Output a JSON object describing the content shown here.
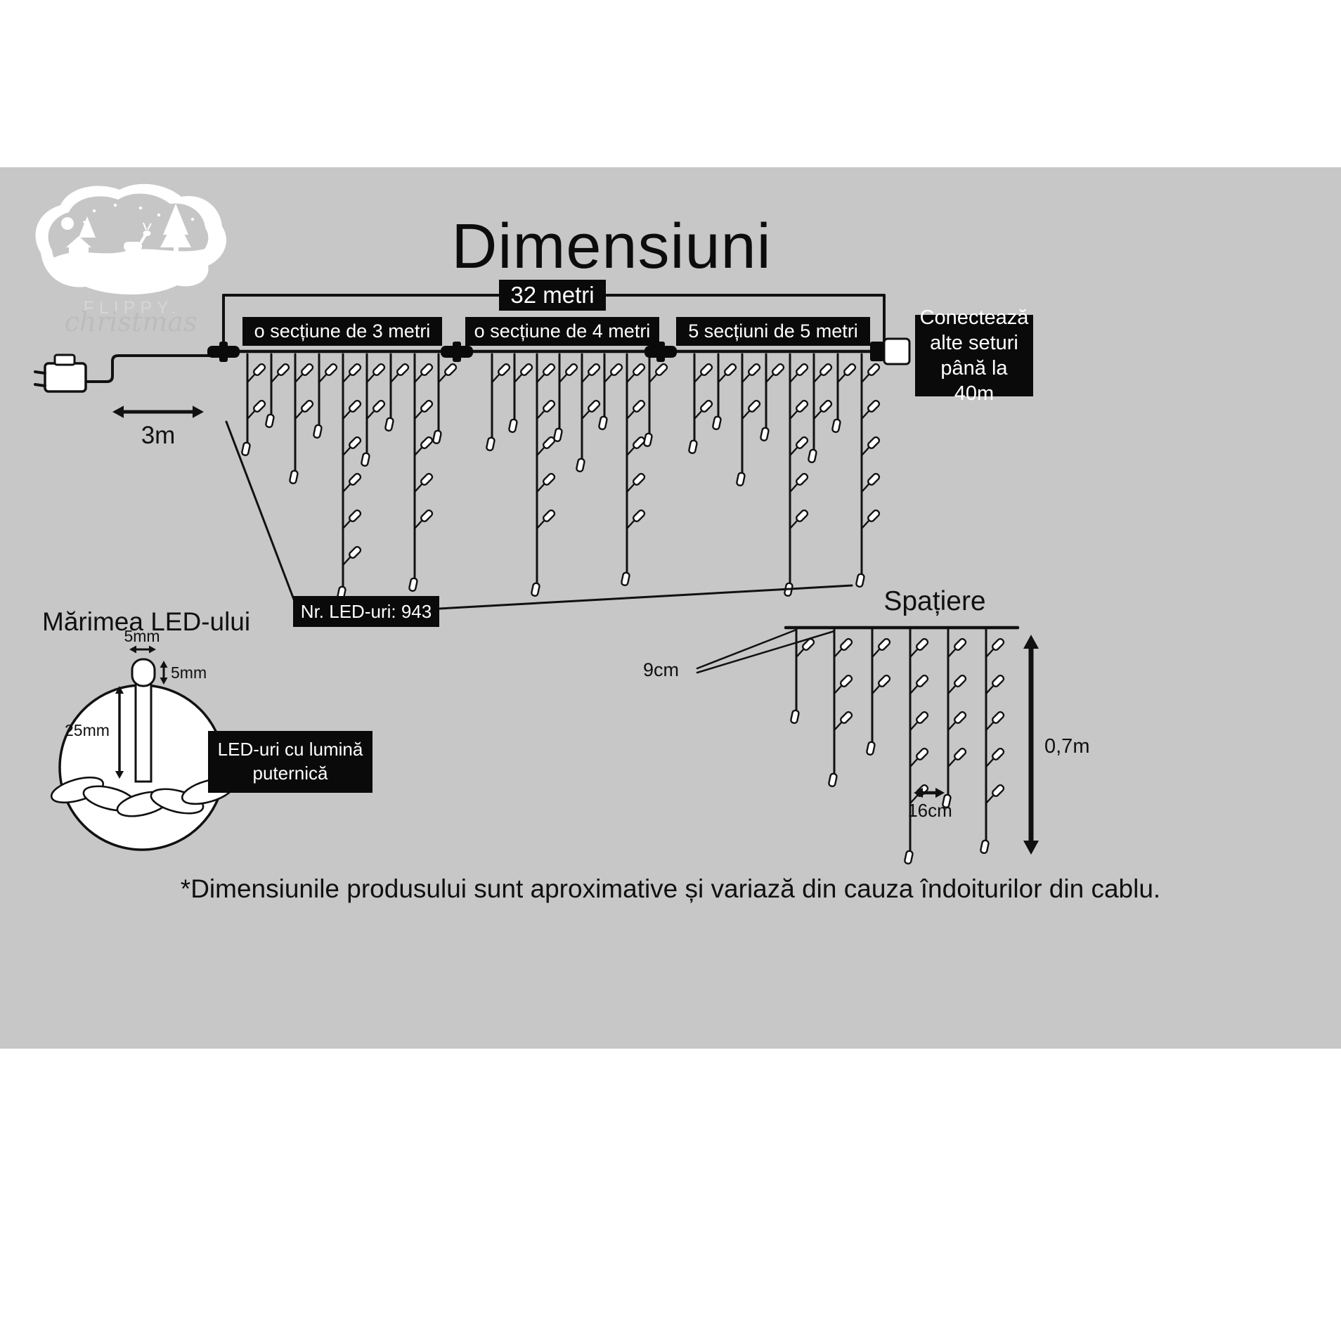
{
  "colors": {
    "band": "#c7c7c7",
    "ink": "#111111",
    "box_bg": "#0a0a0a",
    "white": "#ffffff"
  },
  "title": "Dimensiuni",
  "logo": {
    "brand": "FLIPPY.",
    "script": "christmas"
  },
  "dimensions": {
    "total": "32 metri",
    "section_1": "o secțiune de 3 metri",
    "section_2": "o secțiune de 4 metri",
    "section_3": "5 secțiuni de 5 metri",
    "lead": "3m",
    "connect": "Conectează alte seturi până la 40m",
    "led_count": "Nr. LED-uri: 943"
  },
  "spacing": {
    "title": "Spațiere",
    "gap": "9cm",
    "led_gap": "16cm",
    "drop": "0,7m"
  },
  "led_size": {
    "title": "Mărimea LED-ului",
    "cap_w": "5mm",
    "cap_h": "5mm",
    "body": "25mm",
    "note": "LED-uri cu lumină puternică"
  },
  "footer": "*Dimensiunile produsului sunt aproximative și variază din cauza îndoiturilor din cablu."
}
